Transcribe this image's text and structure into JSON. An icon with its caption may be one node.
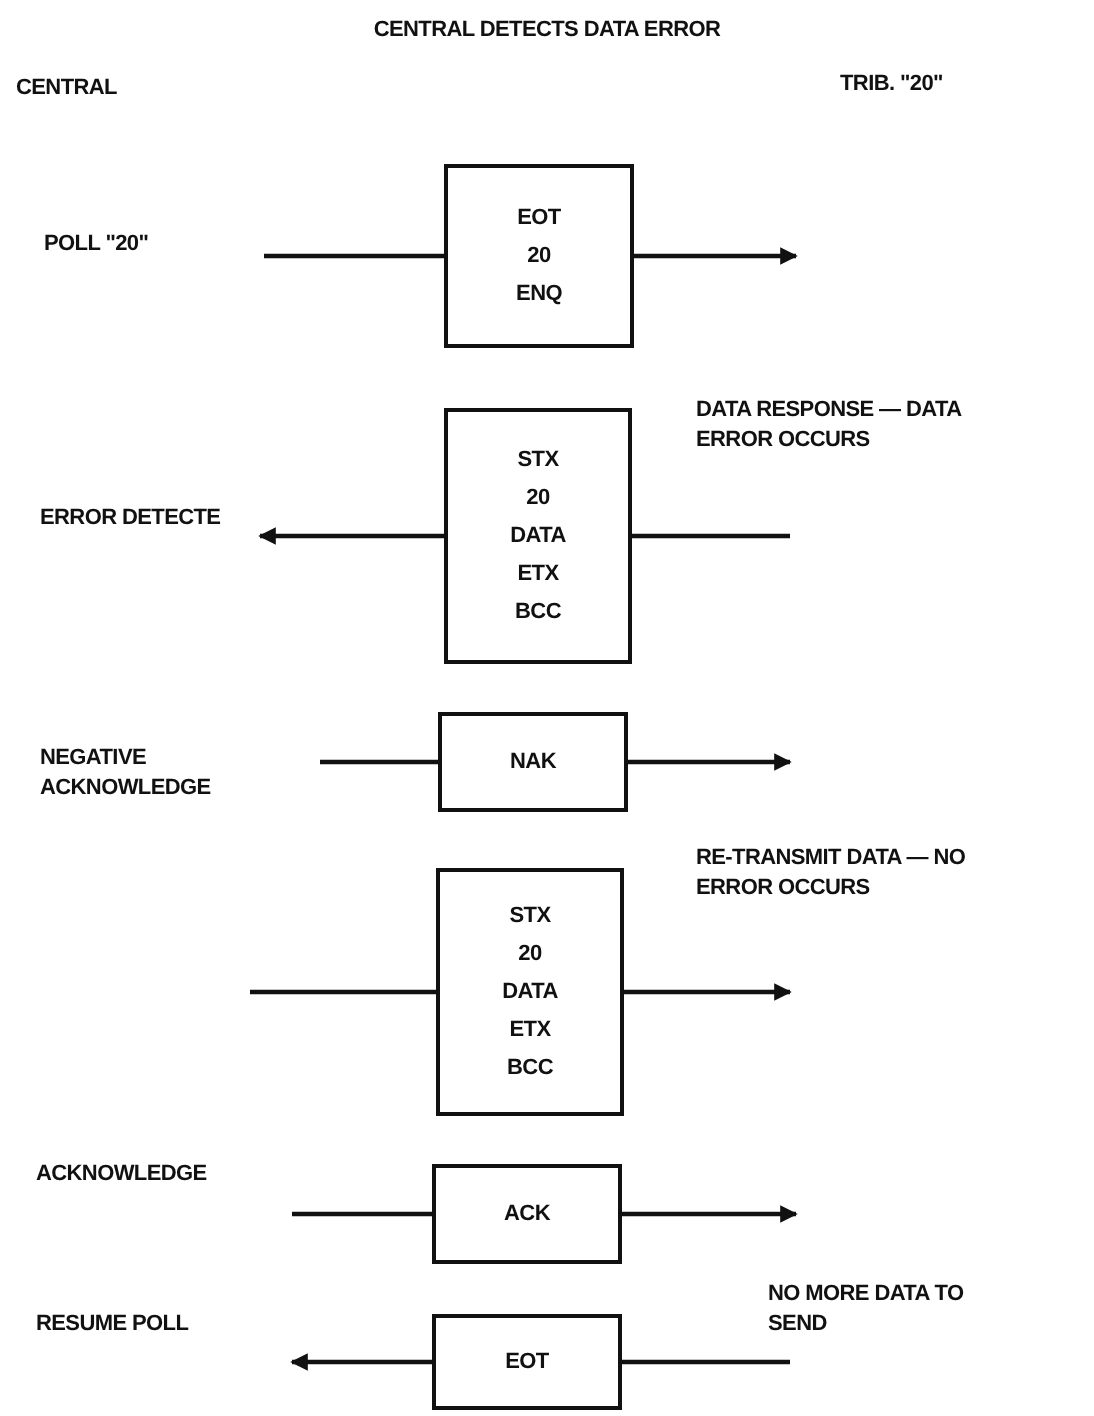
{
  "diagram": {
    "title": "CENTRAL DETECTS DATA ERROR",
    "nodes": [
      {
        "text": [
          "POLL \"20\""
        ]
      },
      {
        "text": [
          "EOT",
          "20",
          "ENQ"
        ]
      },
      {
        "text": [
          "ERROR DETECTE"
        ]
      },
      {
        "text": [
          "STX",
          "20",
          "DATA",
          "ETX",
          "BCC"
        ]
      },
      {
        "text": [
          "NEGATIVE ACKNOWLEDGE"
        ]
      },
      {
        "text": [
          "NAK"
        ]
      },
      {
        "text": [
          "STX",
          "20",
          "DATA",
          "ETX",
          "BCC"
        ]
      },
      {
        "text": [
          "ACKNOWLEDGE"
        ]
      },
      {
        "text": [
          "ACK"
        ]
      },
      {
        "text": [
          "RESUME POLL"
        ]
      },
      {
        "text": [
          "EOT"
        ]
      }
    ],
    "edges": [
      {
        "from": 0,
        "to": 1,
        "arrow": "none"
      },
      {
        "from": 1,
        "to": null,
        "arrow": "to"
      },
      {
        "from": null,
        "to": 3,
        "arrow": "none"
      },
      {
        "from": 3,
        "to": 2,
        "arrow": "to"
      },
      {
        "from": 4,
        "to": 5,
        "arrow": "none"
      },
      {
        "from": 5,
        "to": null,
        "arrow": "to"
      },
      {
        "from": null,
        "to": 6,
        "arrow": "none"
      },
      {
        "from": 6,
        "to": null,
        "arrow": "to"
      },
      {
        "from": 7,
        "to": 8,
        "arrow": "none"
      },
      {
        "from": 8,
        "to": null,
        "arrow": "to"
      },
      {
        "from": null,
        "to": 10,
        "arrow": "none"
      },
      {
        "from": 10,
        "to": 9,
        "arrow": "to"
      }
    ],
    "labels": [
      "CENTRAL",
      "TRIB. \"20\"",
      "DATA RESPONSE — DATA ERROR OCCURS",
      "RE-TRANSMIT DATA — NO ERROR OCCURS",
      "NO MORE DATA TO SEND"
    ]
  }
}
